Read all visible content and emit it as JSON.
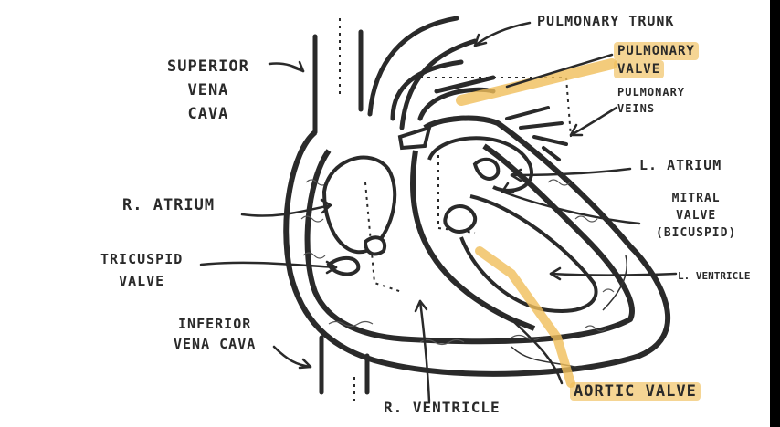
{
  "labels": {
    "pulmonary_trunk": "PULMONARY TRUNK",
    "pulmonary_valve_1": "PULMONARY",
    "pulmonary_valve_2": "VALVE",
    "pulmonary_veins_1": "PULMONARY",
    "pulmonary_veins_2": "VEINS",
    "svc_1": "SUPERIOR",
    "svc_2": "VENA",
    "svc_3": "CAVA",
    "l_atrium": "L. ATRIUM",
    "r_atrium": "R. ATRIUM",
    "mitral_1": "MITRAL",
    "mitral_2": "VALVE",
    "mitral_3": "(BICUSPID)",
    "tricuspid_1": "TRICUSPID",
    "tricuspid_2": "VALVE",
    "l_ventricle": "L. VENTRICLE",
    "ivc_1": "INFERIOR",
    "ivc_2": "VENA CAVA",
    "r_ventricle": "R. VENTRICLE",
    "aortic_valve": "AORTIC VALVE"
  },
  "colors": {
    "ink": "#2a2a2a",
    "highlight": "#f0be5a"
  }
}
